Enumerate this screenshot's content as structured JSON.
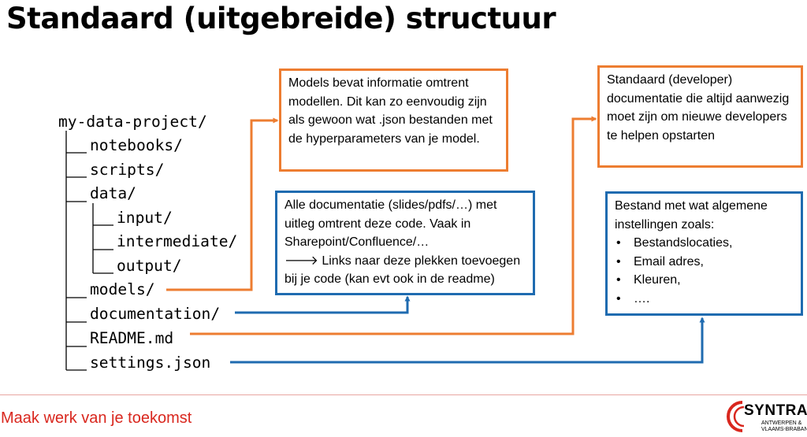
{
  "title": "Standaard (uitgebreide) structuur",
  "tree": {
    "root": "my-data-project/",
    "notebooks": "notebooks/",
    "scripts": "scripts/",
    "data": "data/",
    "input": "input/",
    "intermediate": "intermediate/",
    "output": "output/",
    "models": "models/",
    "documentation": "documentation/",
    "readme": "README.md",
    "settings": "settings.json"
  },
  "callouts": {
    "models": "Models bevat informatie omtrent modellen. Dit kan zo eenvoudig zijn als gewoon wat .json bestanden met de hyperparameters van je model.",
    "documentation": {
      "line1": "Alle documentatie (slides/pdfs/…) met uitleg omtrent deze code. Vaak in Sharepoint/Confluence/…",
      "line2": "🡒 Links naar deze plekken toevoegen bij je code (kan evt ook in de readme)"
    },
    "readme": "Standaard (developer) documentatie die altijd aanwezig moet zijn om nieuwe developers te helpen opstarten",
    "settings": {
      "intro": "Bestand met wat algemene instellingen zoals:",
      "items": [
        "Bestandslocaties,",
        "Email adres,",
        "Kleuren,",
        "…."
      ]
    }
  },
  "colors": {
    "orange": "#ED7D31",
    "blue": "#1F6BB0",
    "footer_red": "#D9271E"
  },
  "footer": {
    "slogan": "Maak werk van je toekomst",
    "logo_name": "SYNTRA",
    "logo_sub_1": "ANTWERPEN &",
    "logo_sub_2": "VLAAMS-BRABANT"
  }
}
